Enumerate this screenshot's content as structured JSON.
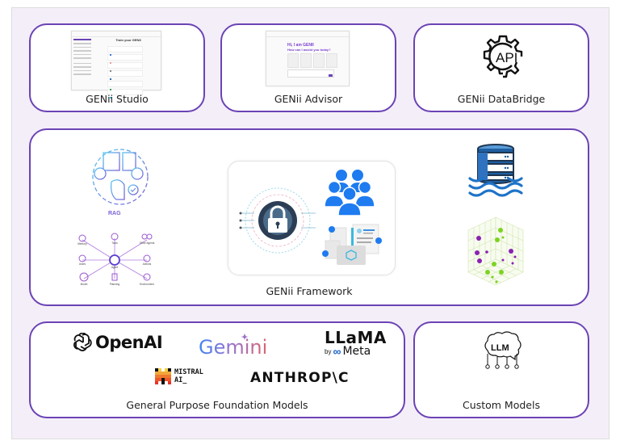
{
  "top_row": [
    {
      "label": "GENii Studio",
      "thumbnail": {
        "title": "Train your GENII",
        "app": "GENii Studio"
      }
    },
    {
      "label": "GENii Advisor",
      "thumbnail": {
        "greeting": "Hi, I am GENII",
        "prompt": "How can I assist you today?"
      }
    },
    {
      "label": "GENii DataBridge",
      "icon_text": "API"
    }
  ],
  "framework": {
    "label": "GENii Framework",
    "rag_label": "RAG",
    "agent_nodes": [
      "Memory",
      "Tools",
      "Other Agents",
      "Users",
      "Agent",
      "Actions",
      "Model",
      "Planning",
      "Environment"
    ]
  },
  "foundation": {
    "label": "General Purpose Foundation Models",
    "logos": {
      "openai": "OpenAI",
      "gemini": "Gemini",
      "llama_top": "LLaMA",
      "llama_by": "by",
      "llama_meta": "Meta",
      "mistral_line1": "MISTRAL",
      "mistral_line2": "AI_",
      "anthropic": "ANTHROP\\C"
    }
  },
  "custom": {
    "label": "Custom Models",
    "icon_text": "LLM"
  }
}
